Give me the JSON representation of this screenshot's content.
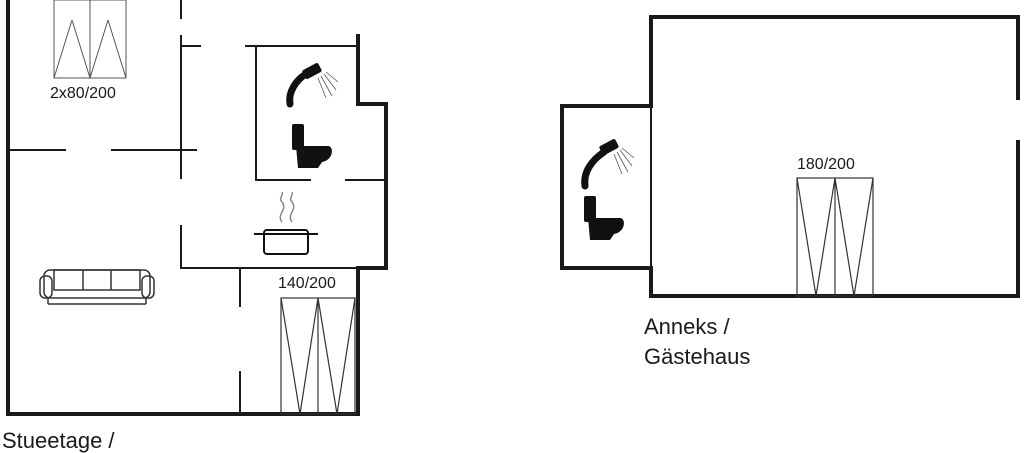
{
  "ground_floor": {
    "bed_twin_label": "2x80/200",
    "bed_double_label": "140/200",
    "floor_label": "Stueetage /"
  },
  "annex": {
    "bed_label": "180/200",
    "name_line1": "Anneks /",
    "name_line2": "Gästehaus"
  },
  "colors": {
    "wall": "#1a1a1a",
    "thin": "#333333",
    "fixture": "#111111"
  },
  "icons": [
    "bed-icon",
    "shower-icon",
    "toilet-icon",
    "cooking-pot-icon",
    "sofa-icon"
  ]
}
